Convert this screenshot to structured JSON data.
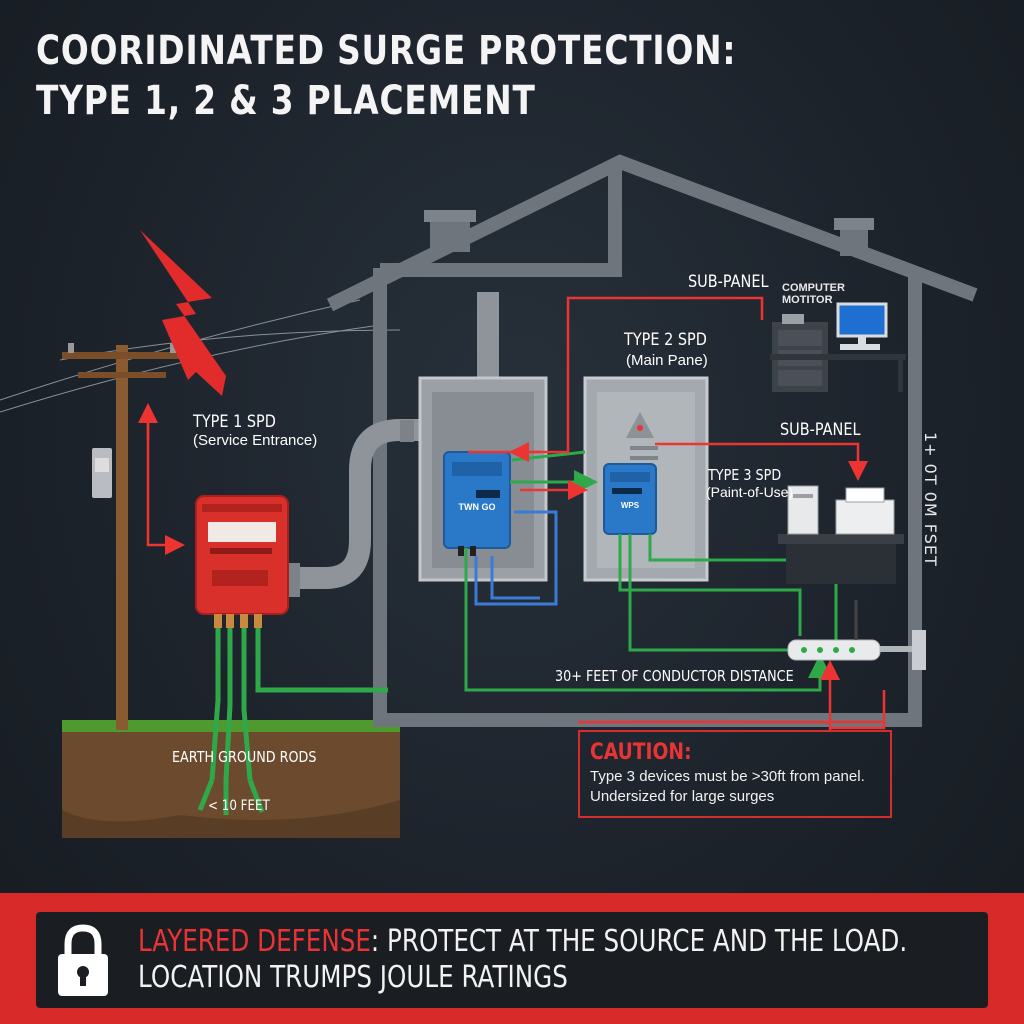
{
  "title": {
    "line1": "COORIDINATED SURGE PROTECTION:",
    "line2": "TYPE 1, 2 & 3 PLACEMENT"
  },
  "labels": {
    "type1_spd": "TYPE 1 SPD",
    "type1_sub": "(Service Entrance)",
    "type2_spd": "TYPE 2 SPD",
    "type2_sub": "(Main Pane)",
    "type3_spd": "TYPE 3 SPD",
    "type3_sub": "(Paint-of-Use)",
    "sub_panel_top": "SUB-PANEL",
    "sub_panel_right": "SUB-PANEL",
    "computer_monitor": "COMPUTER\nMOTITOR",
    "conductor_distance": "30+ FEET OF CONDUCTOR DISTANCE",
    "earth_ground": "EARTH GROUND RODS",
    "ten_feet": "< 10 FEET",
    "vertical_text": "1+ 0T 0M FSET",
    "device2_text": "TWN GO",
    "device3_text": "WPS"
  },
  "caution": {
    "title": "CAUTION:",
    "line1": "Type 3 devices must be >30ft from panel.",
    "line2": "Undersized for large surges"
  },
  "footer": {
    "highlight": "LAYERED DEFENSE",
    "rest": ": PROTECT AT THE SOURCE AND THE LOAD.",
    "line2": "LOCATION TRUMPS JOULE RATINGS"
  },
  "colors": {
    "accent_red": "#e83434",
    "wire_green": "#2fa84a",
    "spd_blue": "#2a78c8",
    "spd_red": "#d9302c",
    "house_gray": "#6f757c"
  }
}
